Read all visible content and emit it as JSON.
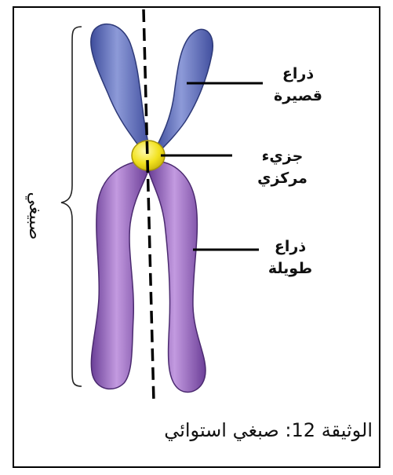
{
  "labels": {
    "short_arm_line1": "ذراع",
    "short_arm_line2": "قصيرة",
    "centromere_line1": "جزيء",
    "centromere_line2": "مركزي",
    "long_arm_line1": "ذراع",
    "long_arm_line2": "طويلة",
    "chromatid": "صبيغي"
  },
  "caption": "الوثيقة 12: صبغي استوائي",
  "colors": {
    "short_arm_fill": "#6f7fc4",
    "long_arm_fill": "#9a63be",
    "centromere_fill": "#f2e21f"
  }
}
